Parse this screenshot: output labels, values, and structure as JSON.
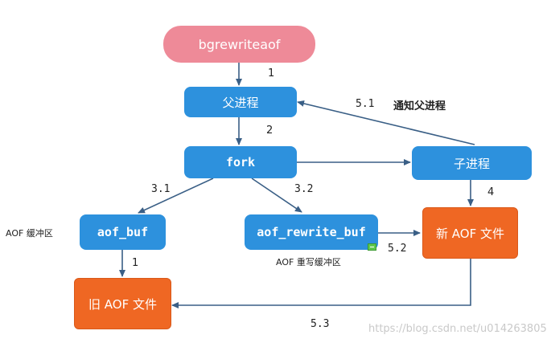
{
  "nodes": {
    "bgrewriteaof": "bgrewriteaof",
    "parent": "父进程",
    "fork": "fork",
    "child": "子进程",
    "aof_buf": "aof_buf",
    "aof_rewrite_buf": "aof_rewrite_buf",
    "new_aof": "新 AOF 文件",
    "old_aof": "旧 AOF 文件"
  },
  "edge_labels": {
    "e1": "1",
    "e2": "2",
    "e3_1": "3.1",
    "e3_2": "3.2",
    "e4": "4",
    "e5_1": "5.1",
    "e5_1_text": "通知父进程",
    "e5_2": "5.2",
    "e5_3": "5.3",
    "e_buf_old": "1"
  },
  "side_labels": {
    "aof_buffer": "AOF 缓冲区",
    "aof_rewrite_buffer": "AOF 重写缓冲区"
  },
  "watermark": "https://blog.csdn.net/u014263805",
  "colors": {
    "process_blue": "#2d91dd",
    "start_pink": "#ee8a98",
    "file_orange": "#ef6723",
    "edge": "#3a5f86"
  }
}
